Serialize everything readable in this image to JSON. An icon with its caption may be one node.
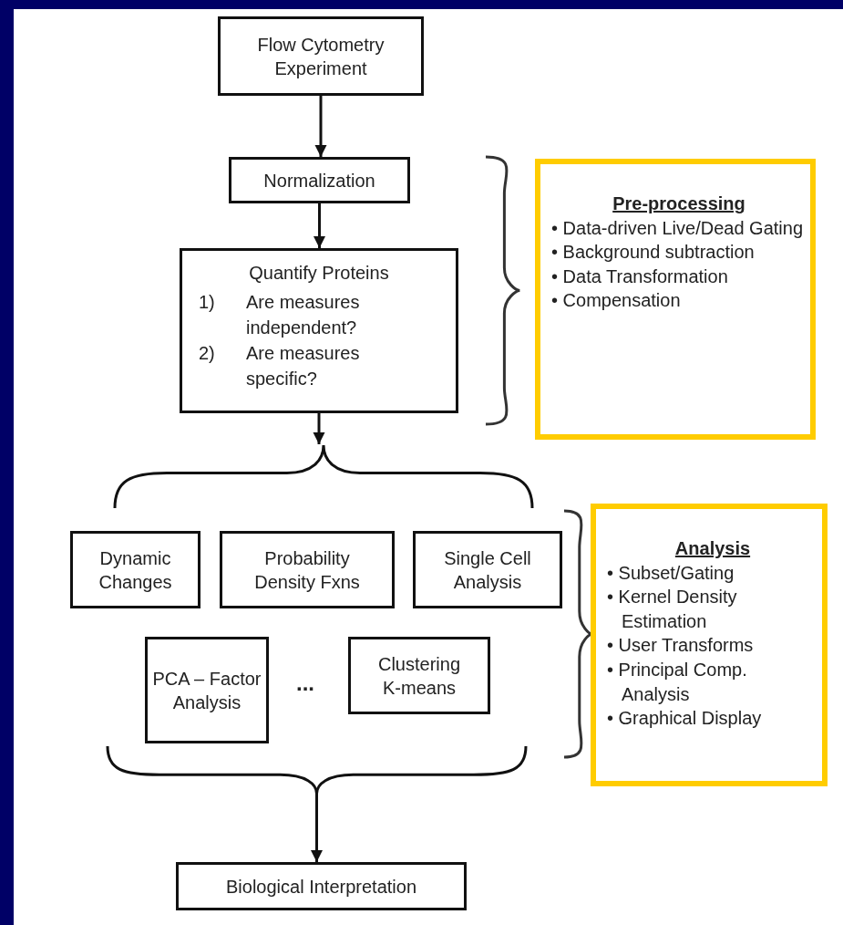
{
  "diagram": {
    "nodes": [
      {
        "text": [
          "Flow Cytometry Experiment"
        ]
      },
      {
        "text": [
          "Normalization"
        ]
      },
      {
        "text": [
          "Quantify Proteins",
          "1)",
          "Are measures independent?",
          "2)",
          "Are measures specific?"
        ]
      },
      {
        "text": [
          "Pre-processing",
          "• Data-driven Live/Dead Gating",
          "• Background subtraction",
          "• Data Transformation",
          "• Compensation"
        ]
      },
      {
        "text": [],
        "shape": "brace"
      },
      {
        "text": [
          "Dynamic Changes"
        ]
      },
      {
        "text": [
          "Probability Density Fxns"
        ]
      },
      {
        "text": [
          "Single Cell Analysis"
        ]
      },
      {
        "text": [
          "PCA – Factor Analysis"
        ]
      },
      {
        "text": [
          "Clustering K-means"
        ]
      },
      {
        "text": [],
        "shape": "brace"
      },
      {
        "text": [
          "Analysis",
          "• Subset/Gating",
          "• Kernel Density Estimation",
          "• User Transforms",
          "• Principal Comp. Analysis",
          "• Graphical Display"
        ]
      },
      {
        "text": [
          "Biological Interpretation"
        ]
      }
    ],
    "edges": [
      {
        "from": 0,
        "to": 1,
        "arrow": "to"
      },
      {
        "from": 1,
        "to": 2,
        "arrow": "to"
      },
      {
        "from": 2,
        "to": 4,
        "arrow": "to"
      },
      {
        "from": 10,
        "to": 12,
        "arrow": "to"
      }
    ],
    "labels": [
      "..."
    ]
  }
}
